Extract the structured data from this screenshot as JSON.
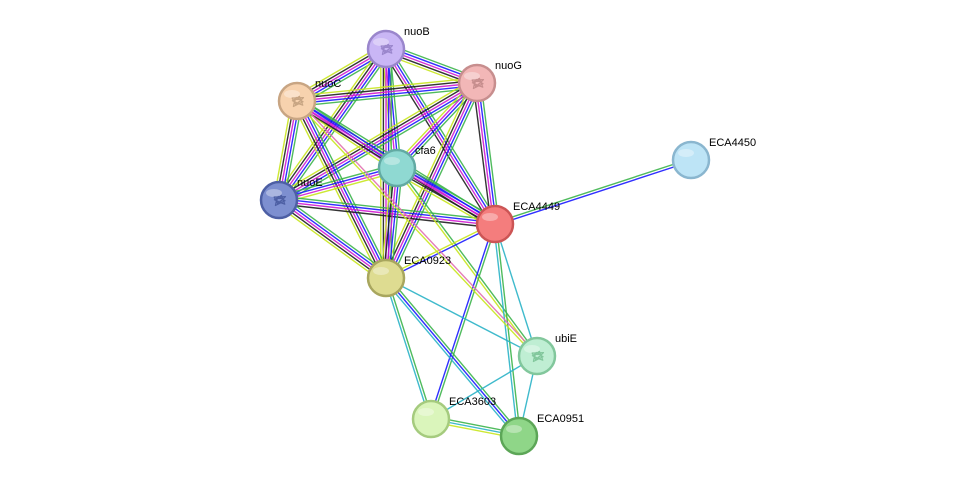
{
  "colors": {
    "edge_palette": [
      "#3cb44b",
      "#1a1aff",
      "#d21ad2",
      "#1e1e1e",
      "#c8e61e",
      "#2ab3c6",
      "#e06fb0",
      "#8fbf3f"
    ]
  },
  "nodes": [
    {
      "id": "nuoB",
      "label": "nuoB",
      "fill": "#c9b6f5",
      "stroke": "#9a86cc",
      "icon": "protein-structure-icon"
    },
    {
      "id": "nuoG",
      "label": "nuoG",
      "fill": "#f2b7b7",
      "stroke": "#c78e8e",
      "icon": "protein-structure-icon"
    },
    {
      "id": "nuoC",
      "label": "nuoC",
      "fill": "#f7d2ae",
      "stroke": "#c8a583",
      "icon": "protein-structure-icon"
    },
    {
      "id": "cfa6",
      "label": "cfa6",
      "fill": "#8fd9d2",
      "stroke": "#62aaa3",
      "icon": null
    },
    {
      "id": "nuoE",
      "label": "nuoE",
      "fill": "#7d8fd0",
      "stroke": "#4d5fa4",
      "icon": "protein-structure-icon"
    },
    {
      "id": "ECA4449",
      "label": "ECA4449",
      "fill": "#f47d7d",
      "stroke": "#cc5555",
      "icon": null
    },
    {
      "id": "ECA4450",
      "label": "ECA4450",
      "fill": "#bde4f6",
      "stroke": "#8ab6cf",
      "icon": null
    },
    {
      "id": "ECA0923",
      "label": "ECA0923",
      "fill": "#dedc91",
      "stroke": "#a8a65e",
      "icon": null
    },
    {
      "id": "ubiE",
      "label": "ubiE",
      "fill": "#bfeed3",
      "stroke": "#82c79c",
      "icon": "protein-structure-icon"
    },
    {
      "id": "ECA3603",
      "label": "ECA3603",
      "fill": "#daf5bb",
      "stroke": "#a5cb7e",
      "icon": null
    },
    {
      "id": "ECA0951",
      "label": "ECA0951",
      "fill": "#8fd688",
      "stroke": "#5ca657",
      "icon": null
    }
  ],
  "edges": [
    {
      "source": "nuoB",
      "target": "nuoG",
      "colors": [
        0,
        1,
        2,
        3,
        4
      ]
    },
    {
      "source": "nuoB",
      "target": "nuoC",
      "colors": [
        0,
        1,
        2,
        3,
        4
      ]
    },
    {
      "source": "nuoB",
      "target": "nuoE",
      "colors": [
        0,
        1,
        2,
        3,
        4
      ]
    },
    {
      "source": "nuoB",
      "target": "cfa6",
      "colors": [
        0,
        1,
        2,
        4
      ]
    },
    {
      "source": "nuoB",
      "target": "ECA4449",
      "colors": [
        0,
        1,
        2,
        3
      ]
    },
    {
      "source": "nuoB",
      "target": "ECA0923",
      "colors": [
        0,
        1,
        2,
        3,
        4
      ]
    },
    {
      "source": "nuoG",
      "target": "nuoC",
      "colors": [
        0,
        1,
        2,
        3,
        4
      ]
    },
    {
      "source": "nuoG",
      "target": "nuoE",
      "colors": [
        0,
        1,
        2,
        3,
        4
      ]
    },
    {
      "source": "nuoG",
      "target": "cfa6",
      "colors": [
        0,
        1,
        2,
        4
      ]
    },
    {
      "source": "nuoG",
      "target": "ECA4449",
      "colors": [
        0,
        1,
        2,
        3
      ]
    },
    {
      "source": "nuoG",
      "target": "ECA0923",
      "colors": [
        0,
        1,
        2,
        3,
        4
      ]
    },
    {
      "source": "nuoC",
      "target": "nuoE",
      "colors": [
        0,
        1,
        2,
        3,
        4
      ]
    },
    {
      "source": "nuoC",
      "target": "cfa6",
      "colors": [
        0,
        1,
        2,
        4
      ]
    },
    {
      "source": "nuoC",
      "target": "ECA4449",
      "colors": [
        0,
        1,
        2,
        3
      ]
    },
    {
      "source": "nuoC",
      "target": "ECA0923",
      "colors": [
        0,
        1,
        2,
        3,
        4
      ]
    },
    {
      "source": "nuoE",
      "target": "cfa6",
      "colors": [
        0,
        1,
        2,
        4
      ]
    },
    {
      "source": "nuoE",
      "target": "ECA4449",
      "colors": [
        0,
        1,
        2,
        3
      ]
    },
    {
      "source": "nuoE",
      "target": "ECA0923",
      "colors": [
        0,
        1,
        2,
        3,
        4
      ]
    },
    {
      "source": "cfa6",
      "target": "ECA4449",
      "colors": [
        0,
        1,
        2,
        3,
        4
      ]
    },
    {
      "source": "cfa6",
      "target": "ECA0923",
      "colors": [
        0,
        1,
        2,
        3,
        4
      ]
    },
    {
      "source": "cfa6",
      "target": "ubiE",
      "colors": [
        0,
        4
      ]
    },
    {
      "source": "ECA4449",
      "target": "ECA4450",
      "colors": [
        0,
        1
      ]
    },
    {
      "source": "ECA4449",
      "target": "ECA0923",
      "colors": [
        1,
        4
      ]
    },
    {
      "source": "ECA4449",
      "target": "ubiE",
      "colors": [
        5
      ]
    },
    {
      "source": "ECA4449",
      "target": "ECA3603",
      "colors": [
        0,
        1
      ]
    },
    {
      "source": "ECA4449",
      "target": "ECA0951",
      "colors": [
        0,
        5
      ]
    },
    {
      "source": "ECA0923",
      "target": "ubiE",
      "colors": [
        5
      ]
    },
    {
      "source": "ECA0923",
      "target": "ECA3603",
      "colors": [
        0,
        5
      ]
    },
    {
      "source": "ECA0923",
      "target": "ECA0951",
      "colors": [
        0,
        1,
        5
      ]
    },
    {
      "source": "nuoC",
      "target": "ubiE",
      "colors": [
        6,
        4
      ]
    },
    {
      "source": "ubiE",
      "target": "ECA3603",
      "colors": [
        5
      ]
    },
    {
      "source": "ubiE",
      "target": "ECA0951",
      "colors": [
        5
      ]
    },
    {
      "source": "ECA3603",
      "target": "ECA0951",
      "colors": [
        0,
        5,
        4
      ]
    }
  ]
}
